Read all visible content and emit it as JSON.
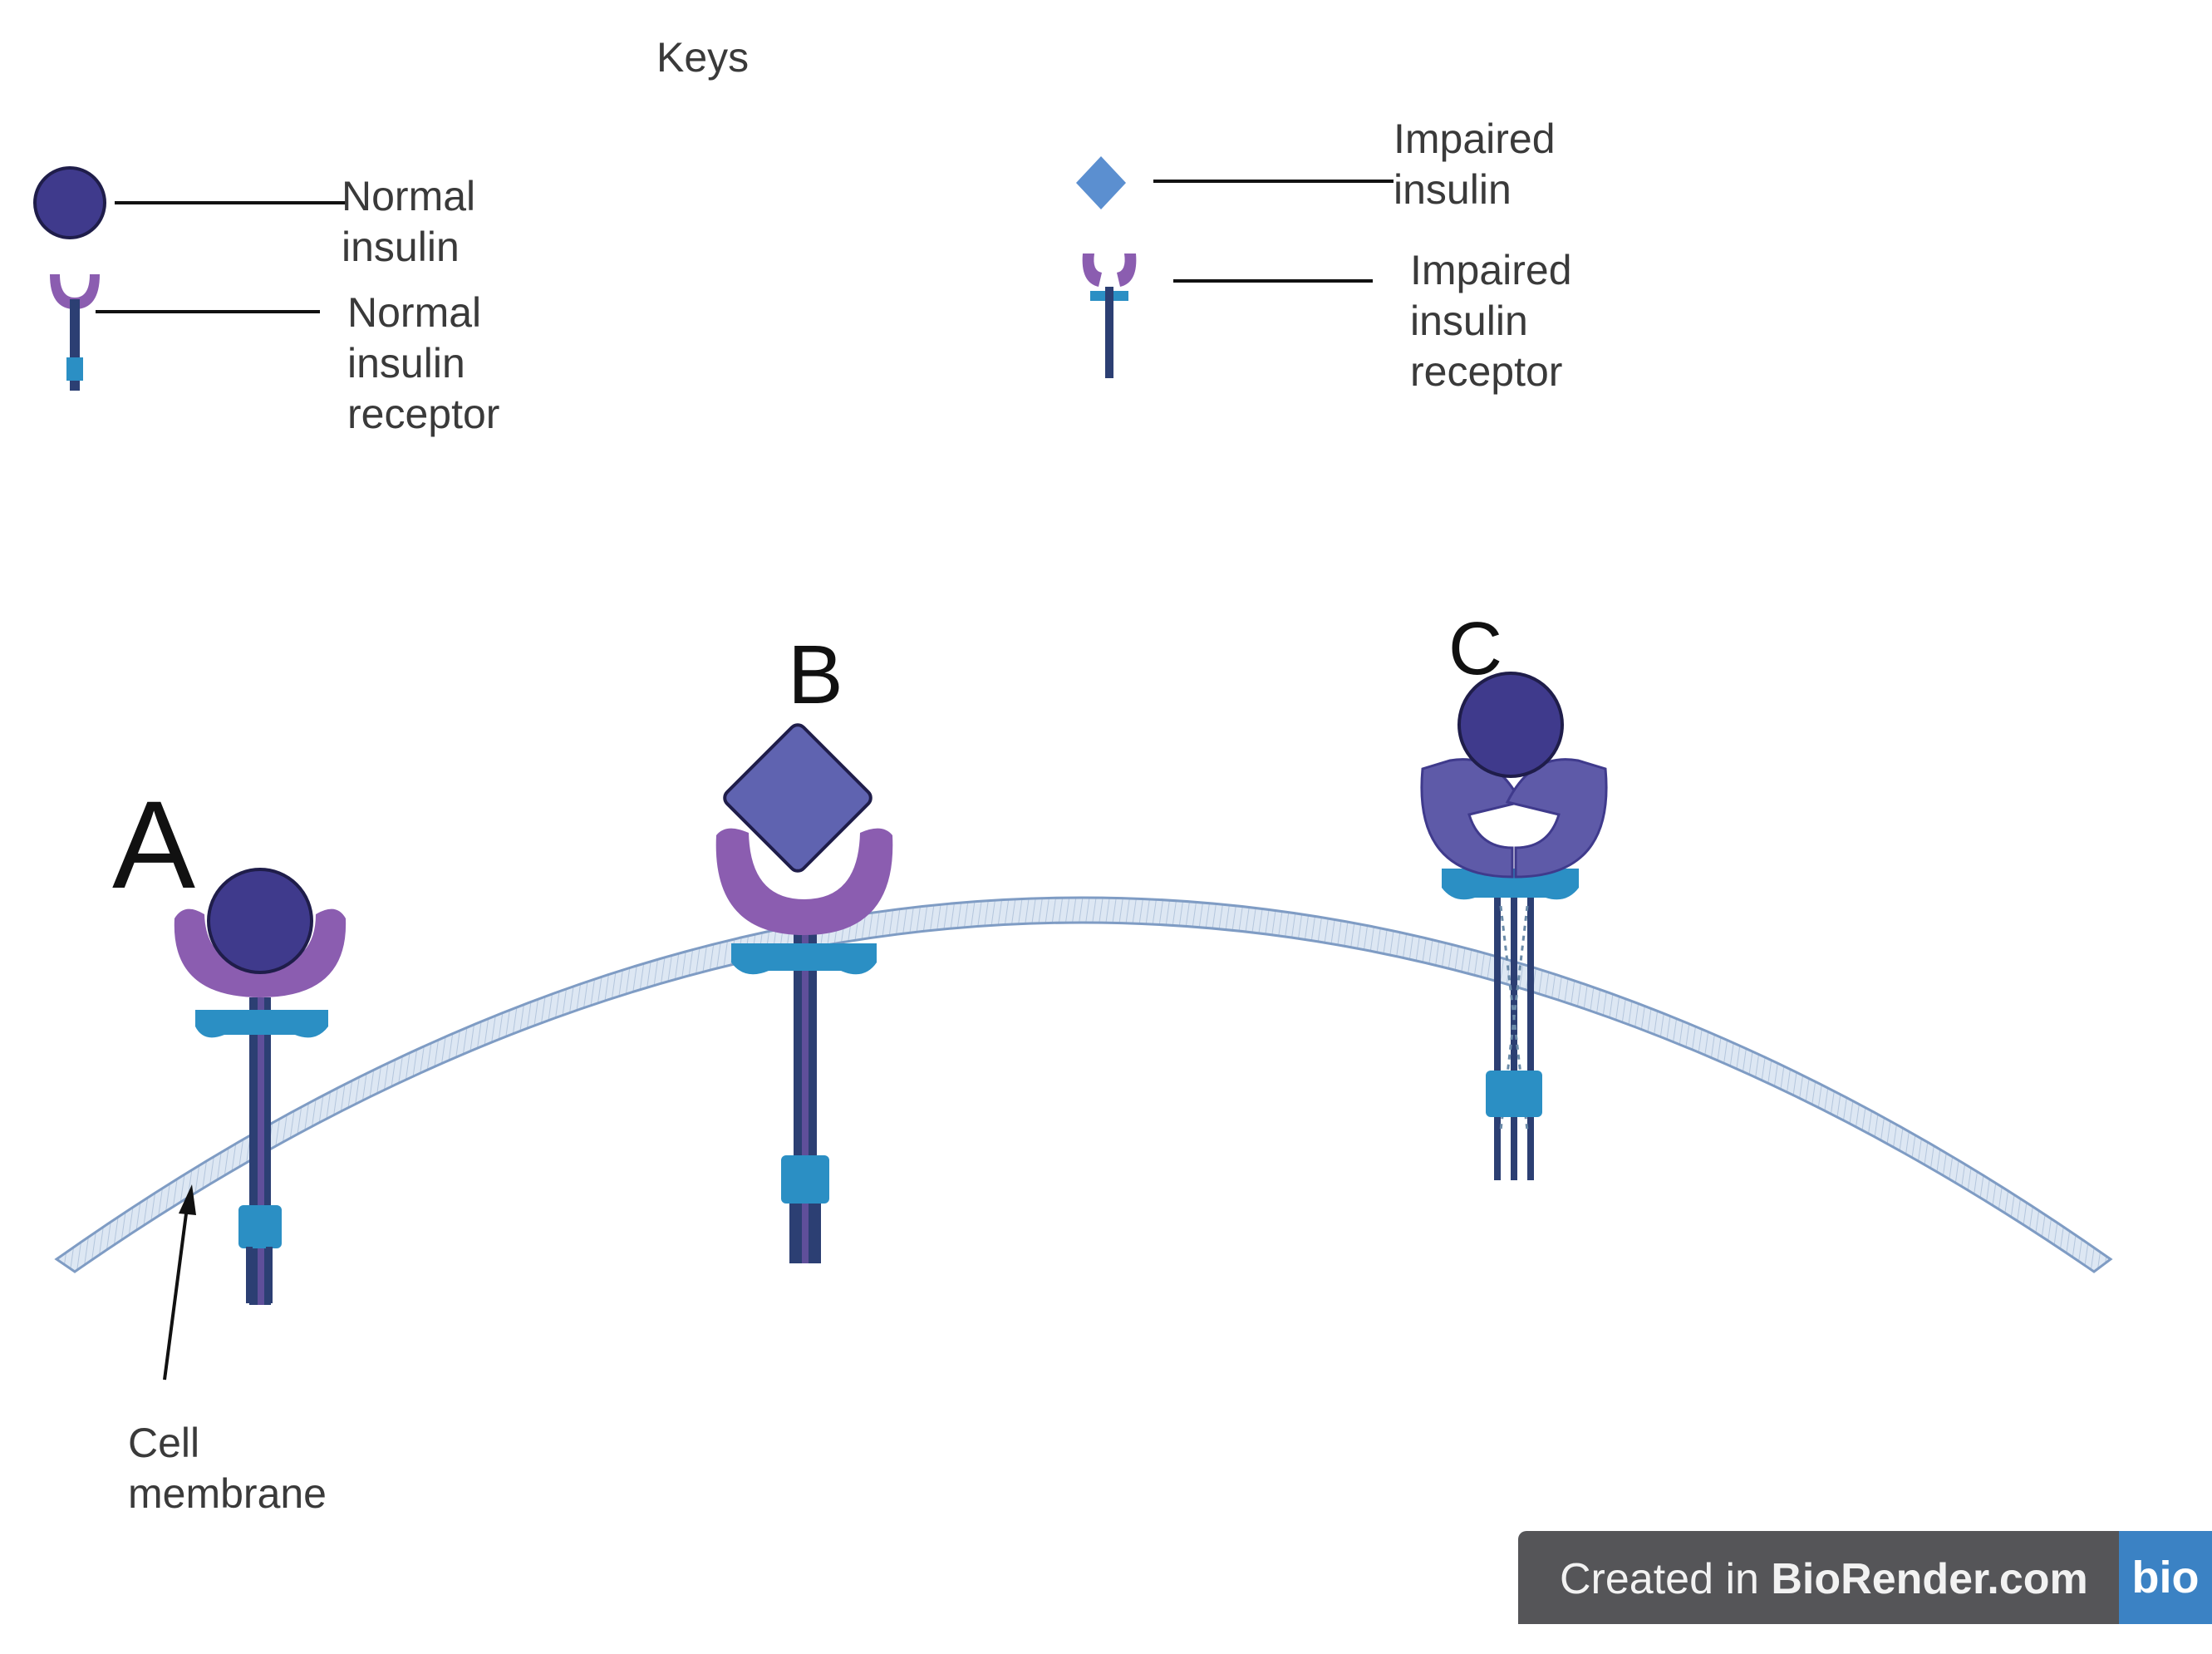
{
  "keys": {
    "title": "Keys",
    "normal_insulin": "Normal insulin",
    "normal_insulin_receptor": "Normal insulin receptor",
    "impaired_insulin": "Impaired insulin",
    "impaired_insulin_receptor": "Impaired insulin receptor"
  },
  "panels": {
    "a": "A",
    "b": "B",
    "c": "C"
  },
  "labels": {
    "cell_membrane": "Cell membrane"
  },
  "footer": {
    "prefix": "Created in ",
    "brand": "BioRender.com",
    "logo": "bio"
  },
  "colors": {
    "insulin": "#3f3a8c",
    "insulin_outline": "#1f1d4a",
    "impaired_insulin": "#5f63b0",
    "receptor_alpha": "#8b5db0",
    "receptor_blue": "#2b8fc4",
    "receptor_stem": "#2c3f73",
    "impaired_receptor": "#5e5aa8",
    "membrane": "#c9d8ea"
  }
}
